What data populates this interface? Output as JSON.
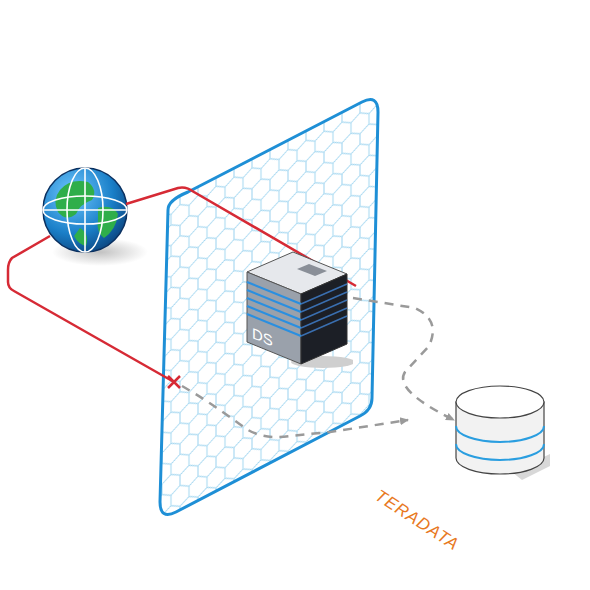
{
  "diagram": {
    "nodes": [
      {
        "text": [
          "DS"
        ]
      },
      {
        "text": [
          "TERADATA"
        ]
      }
    ],
    "edges": [
      {
        "from": 0,
        "to": 1,
        "arrow": "to"
      }
    ]
  }
}
